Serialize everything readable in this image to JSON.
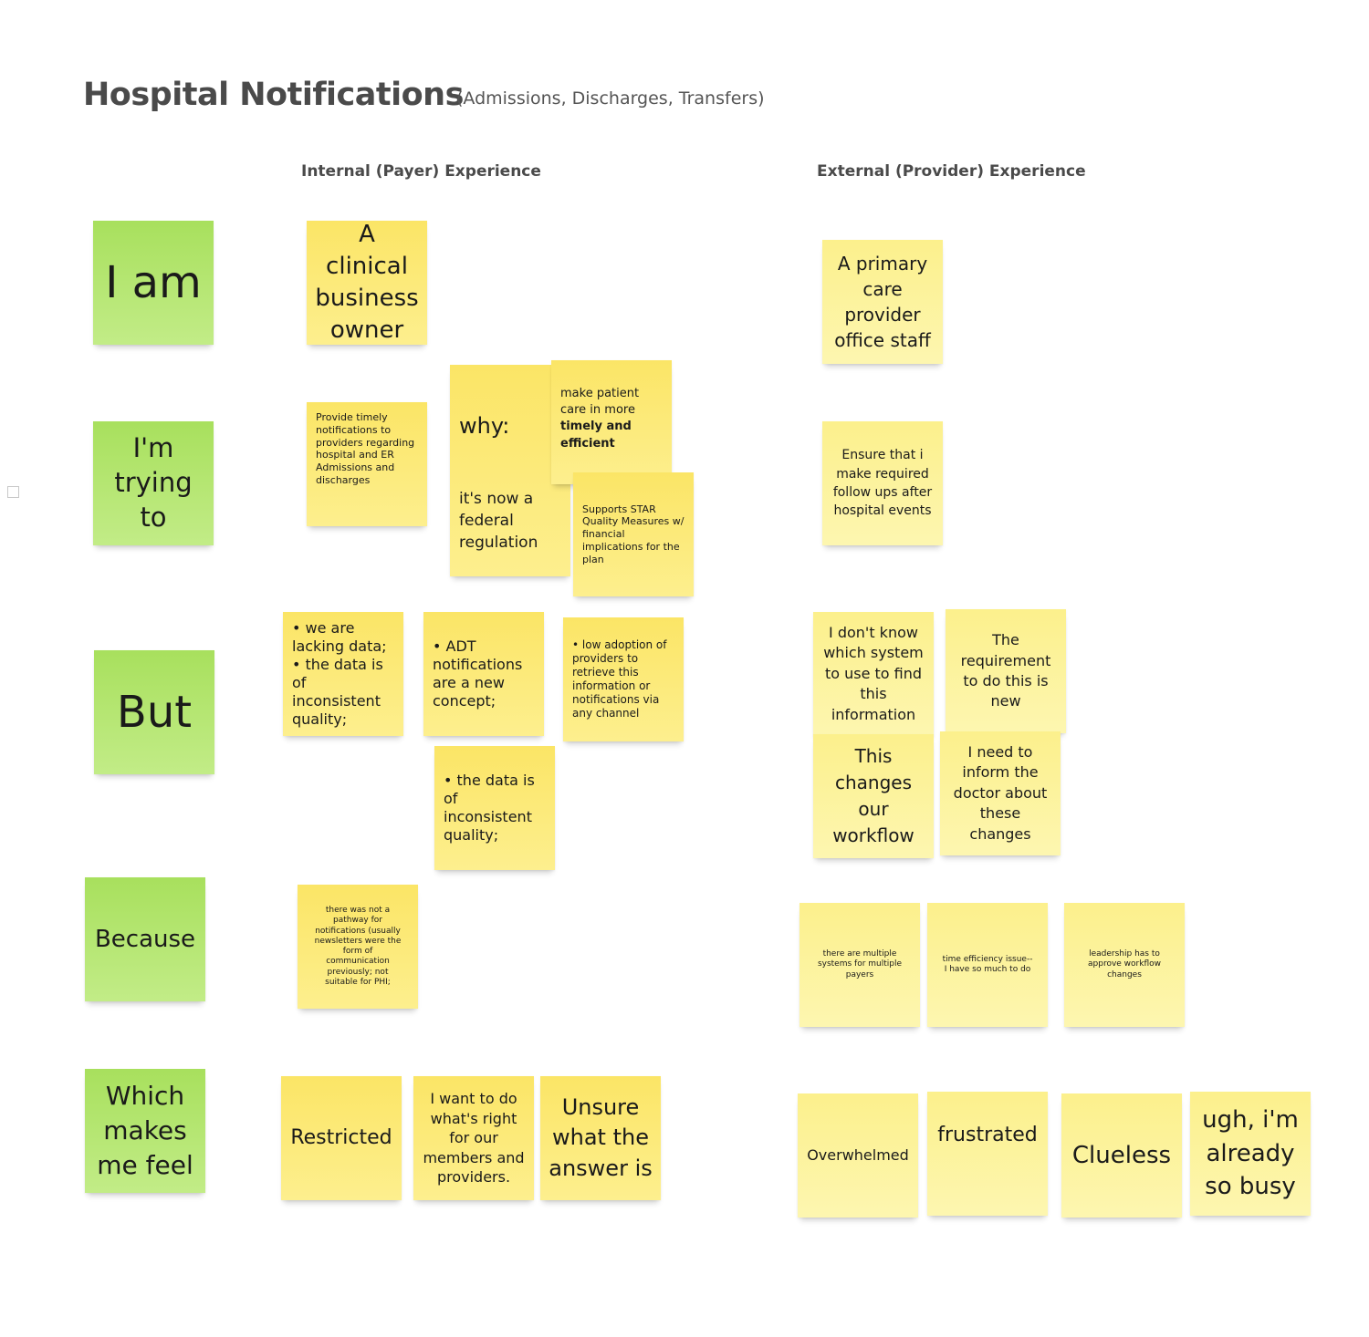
{
  "header": {
    "title": "Hospital Notifications",
    "subtitle": "(Admissions, Discharges, Transfers)",
    "internal_heading": "Internal (Payer) Experience",
    "external_heading": "External (Provider) Experience"
  },
  "rows": {
    "i_am": "I am",
    "trying_to": "I'm\ntrying\nto",
    "but": "But",
    "because": "Because",
    "makes_me_feel": "Which\nmakes\nme feel"
  },
  "internal": {
    "i_am": "A clinical\nbusiness\nowner",
    "trying": "Provide timely notifications to providers regarding hospital and ER Admissions and discharges",
    "why_label": "why:",
    "why_regulation": "it's now a federal regulation",
    "why_patient_care_prefix": "make patient care in more",
    "why_patient_care_bold": "timely and efficient",
    "why_star": "Supports STAR Quality Measures w/ financial implications for the plan",
    "but_1": "• we are lacking data;\n• the data is of inconsistent quality;",
    "but_2": "• ADT notifications are a new concept;",
    "but_3": "• low adoption of providers to retrieve this information or notifications via any channel",
    "but_4": "• the data is of inconsistent quality;",
    "because": "there was not a pathway for notifications (usually newsletters were the form of communication previously; not suitable for PHI;",
    "feel_1": "Restricted",
    "feel_2": "I want to do what's right for our members and providers.",
    "feel_3": "Unsure what the answer is"
  },
  "external": {
    "i_am": "A primary care provider office staff",
    "trying": "Ensure that i make required follow ups after hospital events",
    "but_1": "I don't know which system to use to find this information",
    "but_2": "The requirement to do this is new",
    "but_3": "This changes our workflow",
    "but_4": "I need to inform the doctor about these changes",
    "because_1": "there are multiple systems for multiple payers",
    "because_2": "time efficiency issue--I have so much to do",
    "because_3": "leadership has to approve workflow changes",
    "feel_1": "Overwhelmed",
    "feel_2": "frustrated",
    "feel_3": "Clueless",
    "feel_4": "ugh, i'm already so busy"
  }
}
